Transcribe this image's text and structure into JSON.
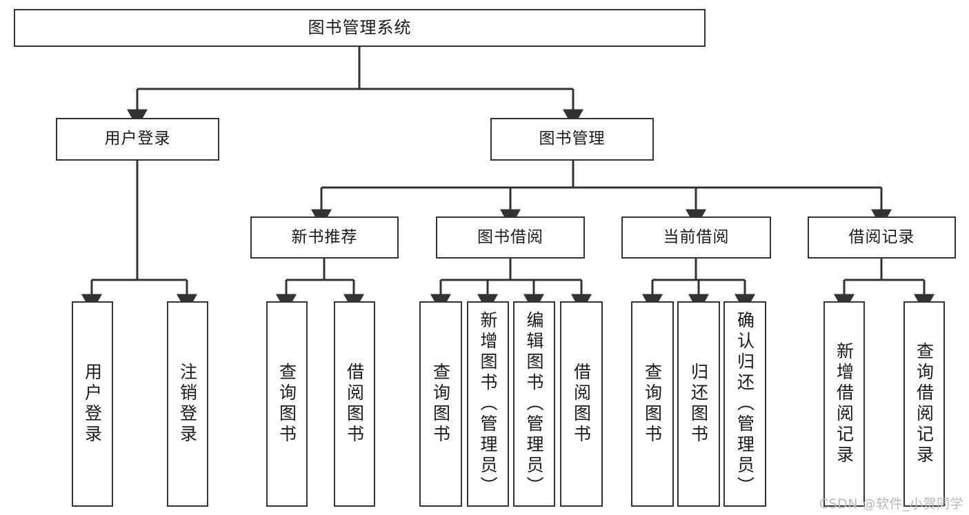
{
  "diagram": {
    "title": "图书管理系统",
    "type": "tree",
    "watermark": "CSDN @软件_小贺同学",
    "colors": {
      "stroke": "#333333",
      "fill": "#ffffff",
      "text": "#1a1a1a",
      "watermark": "#b9b9b9"
    },
    "nodes": {
      "root": {
        "label": "图书管理系统"
      },
      "level2": [
        {
          "label": "用户登录"
        },
        {
          "label": "图书管理"
        }
      ],
      "level3": [
        {
          "label": "新书推荐"
        },
        {
          "label": "图书借阅"
        },
        {
          "label": "当前借阅"
        },
        {
          "label": "借阅记录"
        }
      ],
      "leaves": {
        "user_login": [
          {
            "label": "用户登录"
          },
          {
            "label": "注销登录"
          }
        ],
        "new_book": [
          {
            "label": "查询图书"
          },
          {
            "label": "借阅图书"
          }
        ],
        "book_borrow": [
          {
            "label": "查询图书"
          },
          {
            "label": "新增图书（管理员）"
          },
          {
            "label": "编辑图书（管理员）"
          },
          {
            "label": "借阅图书"
          }
        ],
        "current_borrow": [
          {
            "label": "查询图书"
          },
          {
            "label": "归还图书"
          },
          {
            "label": "确认归还（管理员）"
          }
        ],
        "borrow_record": [
          {
            "label": "新增借阅记录"
          },
          {
            "label": "查询借阅记录"
          }
        ]
      }
    }
  }
}
